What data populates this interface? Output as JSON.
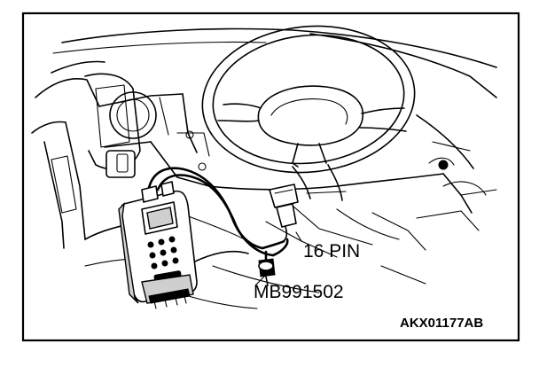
{
  "labels": {
    "connector": "16 PIN",
    "tool": "MB991502",
    "figure_code": "AKX01177AB"
  }
}
